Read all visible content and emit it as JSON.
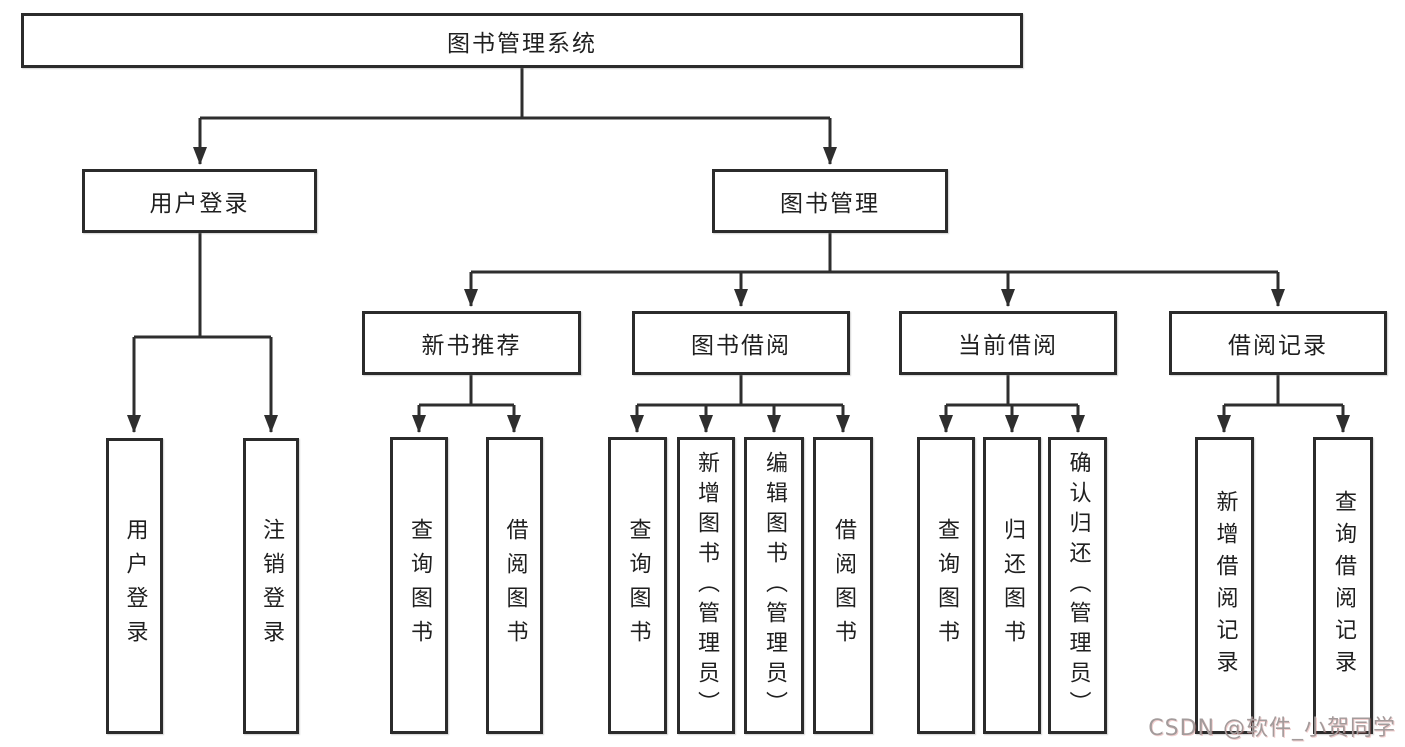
{
  "palette": {
    "line_color": "#2e2e2e",
    "box_border_color": "#2b2b2b",
    "text_color": "#1f1f1f",
    "watermark_color": "#a39b9b",
    "background": "#ffffff"
  },
  "tree": {
    "root": {
      "label": "图书管理系统"
    },
    "branches": [
      {
        "label": "用户登录",
        "children": [
          {
            "label": "用户登录"
          },
          {
            "label": "注销登录"
          }
        ]
      },
      {
        "label": "图书管理",
        "children": [
          {
            "label": "新书推荐",
            "children": [
              {
                "label": "查询图书"
              },
              {
                "label": "借阅图书"
              }
            ]
          },
          {
            "label": "图书借阅",
            "children": [
              {
                "label": "查询图书"
              },
              {
                "label": "新增图书（管理员）"
              },
              {
                "label": "编辑图书（管理员）"
              },
              {
                "label": "借阅图书"
              }
            ]
          },
          {
            "label": "当前借阅",
            "children": [
              {
                "label": "查询图书"
              },
              {
                "label": "归还图书"
              },
              {
                "label": "确认归还（管理员）"
              }
            ]
          },
          {
            "label": "借阅记录",
            "children": [
              {
                "label": "新增借阅记录"
              },
              {
                "label": "查询借阅记录"
              }
            ]
          }
        ]
      }
    ]
  },
  "watermark": {
    "label": "CSDN @软件_小贺同学"
  }
}
